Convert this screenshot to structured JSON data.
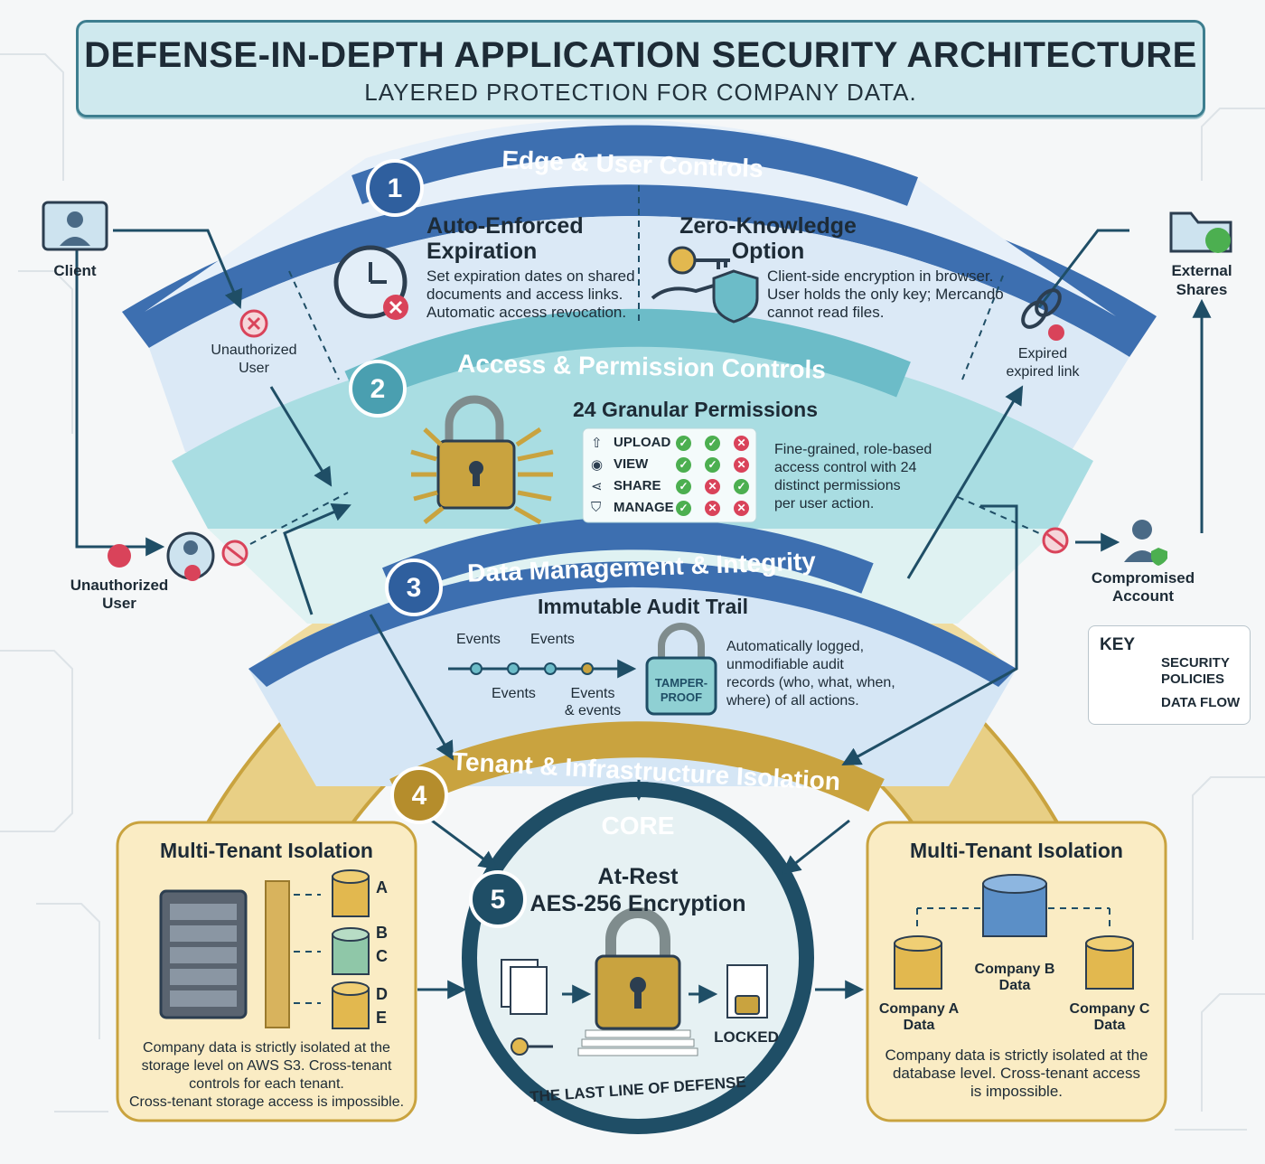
{
  "title": "DEFENSE-IN-DEPTH APPLICATION SECURITY ARCHITECTURE",
  "subtitle": "LAYERED PROTECTION FOR COMPANY DATA.",
  "layers": [
    {
      "number": "1",
      "name": "Edge & User Controls"
    },
    {
      "number": "2",
      "name": "Access & Permission Controls"
    },
    {
      "number": "3",
      "name": "Data Management & Integrity"
    },
    {
      "number": "4",
      "name": "Tenant & Infrastructure Isolation"
    },
    {
      "number": "5",
      "name": "CORE"
    }
  ],
  "expiration": {
    "title_line1": "Auto-Enforced",
    "title_line2": "Expiration",
    "desc_line1": "Set expiration dates on shared",
    "desc_line2": "documents and access links.",
    "desc_line3": "Automatic access revocation."
  },
  "zero_knowledge": {
    "title_line1": "Zero-Knowledge",
    "title_line2": "Option",
    "desc_line1": "Client-side encryption in browser.",
    "desc_line2": "User holds the only key; Mercando",
    "desc_line3": "cannot read files."
  },
  "permissions": {
    "title": "24 Granular Permissions",
    "rows": [
      {
        "label": "UPLOAD",
        "icon": "upload-icon",
        "checks": [
          true,
          true,
          false
        ]
      },
      {
        "label": "VIEW",
        "icon": "eye-icon",
        "checks": [
          true,
          true,
          false
        ]
      },
      {
        "label": "SHARE",
        "icon": "share-icon",
        "checks": [
          true,
          false,
          true
        ]
      },
      {
        "label": "MANAGE",
        "icon": "shield-icon",
        "checks": [
          true,
          false,
          false
        ]
      }
    ],
    "desc_line1": "Fine-grained, role-based",
    "desc_line2": "access control with 24",
    "desc_line3": "distinct permissions",
    "desc_line4": "per user action."
  },
  "audit": {
    "title": "Immutable Audit Trail",
    "event_labels": [
      "Events",
      "Events",
      "Events",
      "Events"
    ],
    "event_last_line2": "& events",
    "badge_line1": "TAMPER-",
    "badge_line2": "PROOF",
    "desc_line1": "Automatically logged,",
    "desc_line2": "unmodifiable audit",
    "desc_line3": "records (who, what, when,",
    "desc_line4": "where) of all actions."
  },
  "core": {
    "title_line1": "At-Rest",
    "title_line2": "AES-256 Encryption",
    "locked": "LOCKED",
    "tagline": "THE LAST LINE OF DEFENSE"
  },
  "tenant_left": {
    "title": "Multi-Tenant Isolation",
    "db_labels": [
      "A",
      "B",
      "C",
      "D",
      "E"
    ],
    "desc_line1": "Company data is strictly isolated at the",
    "desc_line2": "storage level on AWS S3. Cross-tenant",
    "desc_line3": "controls for each tenant.",
    "desc_line4": "Cross-tenant storage access is impossible."
  },
  "tenant_right": {
    "title": "Multi-Tenant Isolation",
    "company_a_1": "Company A",
    "company_a_2": "Data",
    "company_b_1": "Company B",
    "company_b_2": "Data",
    "company_c_1": "Company C",
    "company_c_2": "Data",
    "desc_line1": "Company data is strictly isolated at the",
    "desc_line2": "database level. Cross-tenant access",
    "desc_line3": "is impossible."
  },
  "actors": {
    "client": "Client",
    "unauth_inner_1": "Unauthorized",
    "unauth_inner_2": "User",
    "unauth_outer_1": "Unauthorized",
    "unauth_outer_2": "User",
    "expired_1": "Expired",
    "expired_2": "expired link",
    "external_1": "External",
    "external_2": "Shares",
    "compromised_1": "Compromised",
    "compromised_2": "Account"
  },
  "key": {
    "title": "KEY",
    "policies_1": "SECURITY",
    "policies_2": "POLICIES",
    "flow": "DATA FLOW"
  },
  "colors": {
    "layer1": "#3d6fb0",
    "layer2": "#6cbcc8",
    "layer3": "#3d6fb0",
    "layer4": "#c9a33f",
    "core_ring": "#1f4e66",
    "check_green": "#4caf50",
    "cross_red": "#d9435a"
  }
}
